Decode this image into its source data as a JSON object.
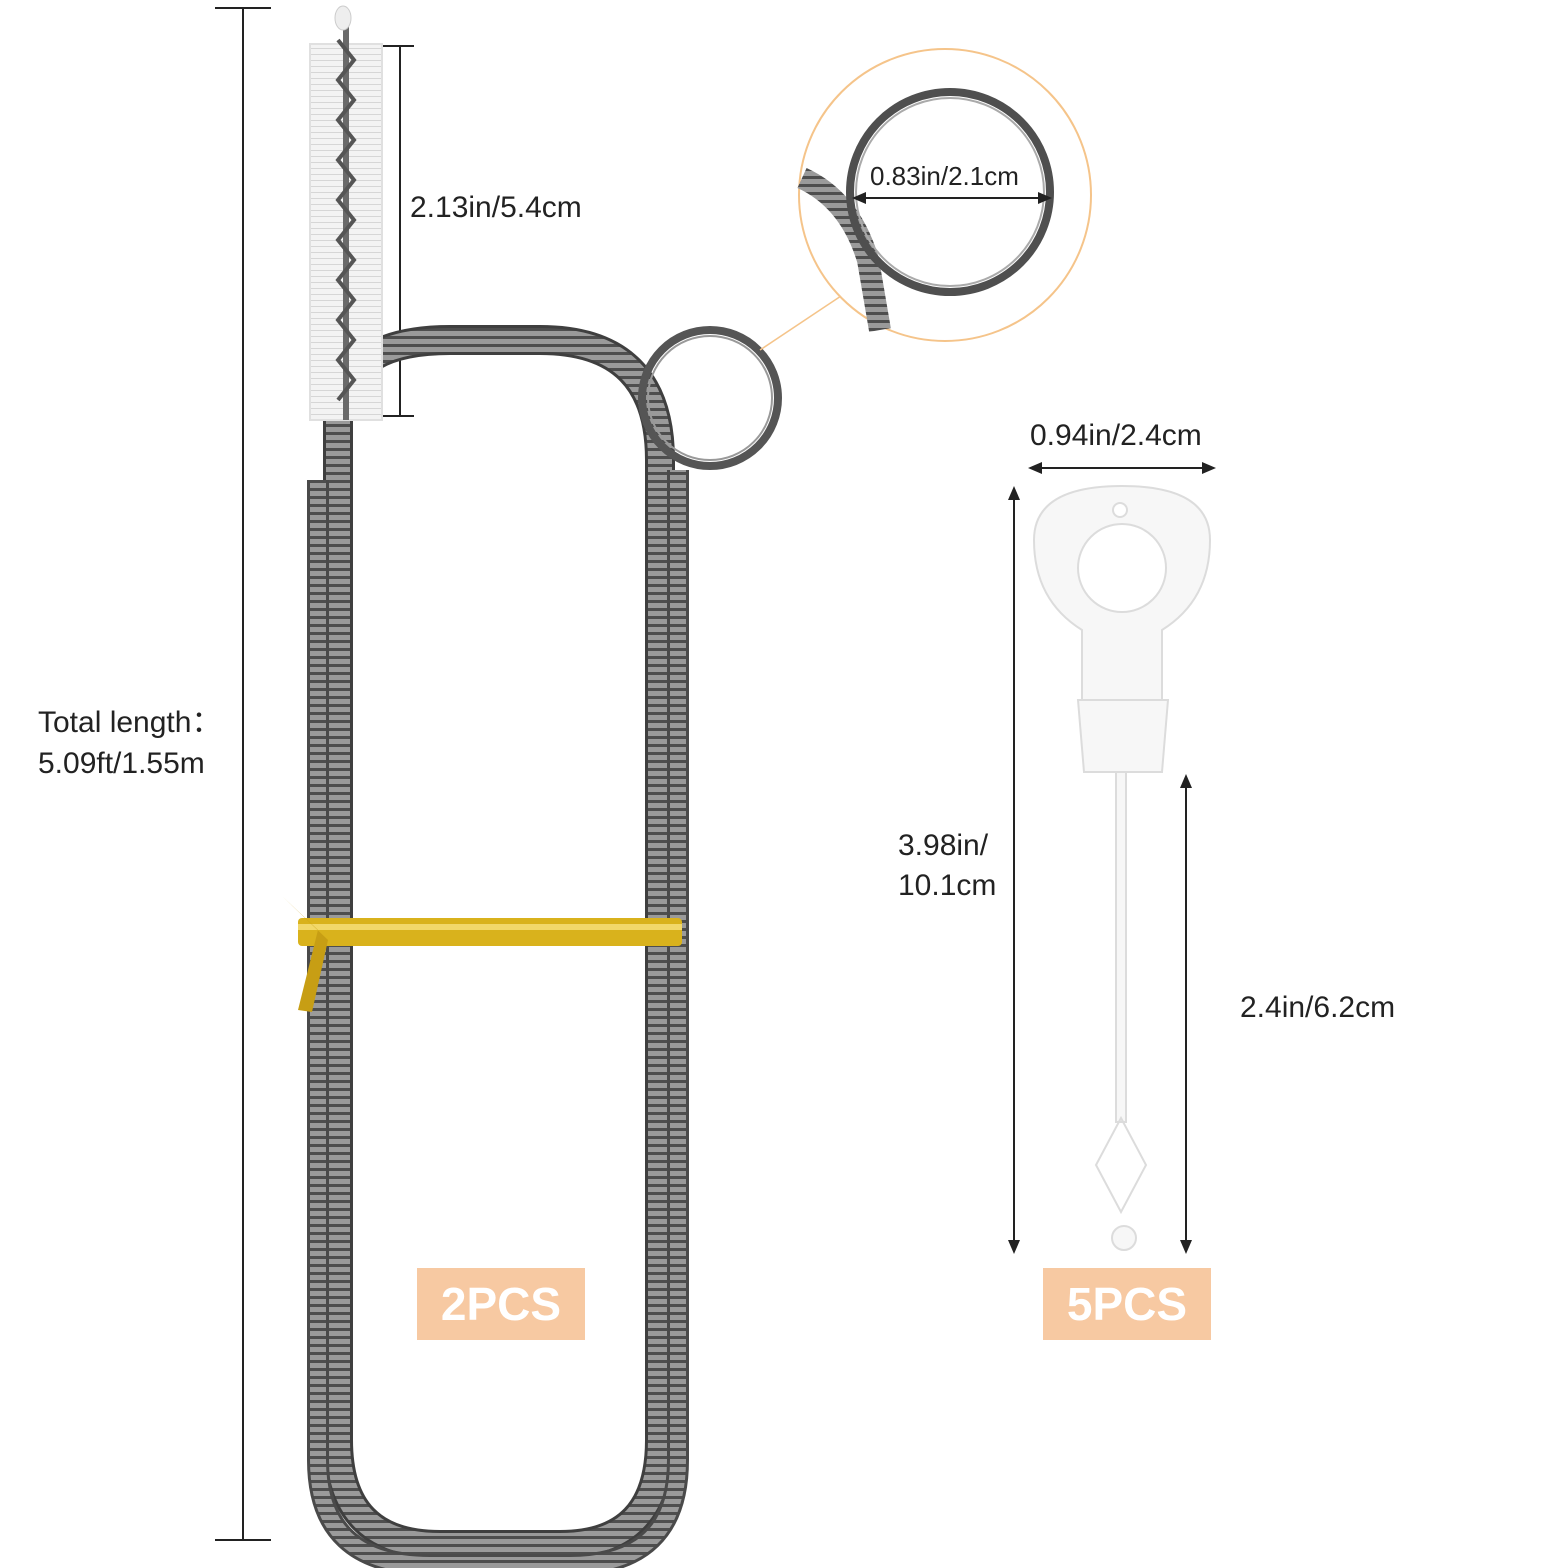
{
  "dimensions": {
    "total_length_label": "Total length：",
    "total_length_value": "5.09ft/1.55m",
    "brush_head_length": "2.13in/5.4cm",
    "ring_diameter": "0.83in/2.1cm",
    "tool_width": "0.94in/2.4cm",
    "tool_length_line1": "3.98in/",
    "tool_length_line2": "10.1cm",
    "tool_stem_length": "2.4in/6.2cm"
  },
  "badges": {
    "brush_quantity": "2PCS",
    "tool_quantity": "5PCS"
  },
  "colors": {
    "badge_background": "#f7c9a2",
    "badge_text": "#ffffff",
    "callout_circle": "#f5c48a",
    "spring_metal": "#6f6f6f",
    "gold_tie": "#d9b21c"
  }
}
